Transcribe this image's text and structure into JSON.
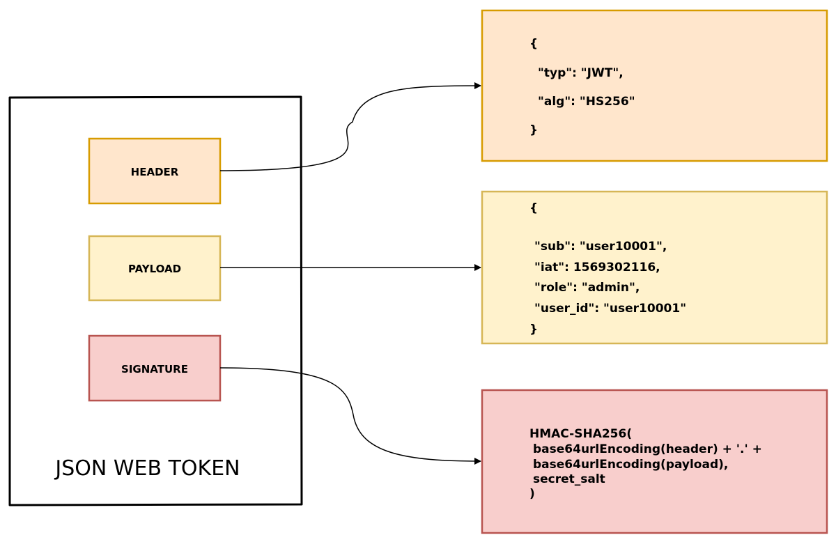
{
  "container": {
    "title": "JSON WEB TOKEN"
  },
  "parts": {
    "header": {
      "label": "HEADER",
      "fill": "#ffe6cc",
      "stroke": "#d79b00"
    },
    "payload": {
      "label": "PAYLOAD",
      "fill": "#fff2cc",
      "stroke": "#d6b656"
    },
    "signature": {
      "label": "SIGNATURE",
      "fill": "#f8cecc",
      "stroke": "#b85450"
    }
  },
  "details": {
    "header": {
      "fill": "#ffe6cc",
      "stroke": "#d79b00",
      "lines": [
        "{",
        "\"typ\": \"JWT\",",
        "\"alg\": \"HS256\"",
        "}"
      ]
    },
    "payload": {
      "fill": "#fff2cc",
      "stroke": "#d6b656",
      "lines": [
        "{",
        "\"sub\": \"user10001\",",
        "\"iat\": 1569302116,",
        "\"role\": \"admin\",",
        "\"user_id\": \"user10001\"",
        "}"
      ]
    },
    "signature": {
      "fill": "#f8cecc",
      "stroke": "#b85450",
      "lines": [
        "HMAC-SHA256(",
        "base64urlEncoding(header) + '.' +",
        "base64urlEncoding(payload),",
        "secret_salt",
        ")"
      ]
    }
  }
}
